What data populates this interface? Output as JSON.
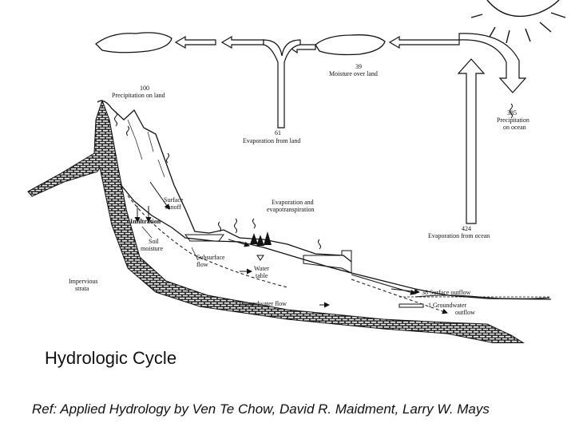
{
  "title": "Hydrologic Cycle",
  "reference": "Ref: Applied Hydrology by Ven Te Chow, David R. Maidment, Larry W. Mays",
  "labels": {
    "moisture_value": "39",
    "moisture_text": "Moisture over land",
    "precip_land_value": "100",
    "precip_land_text": "Precipitation on land",
    "precip_ocean_value": "385",
    "precip_ocean_text1": "Precipitation",
    "precip_ocean_text2": "on ocean",
    "evap_land_value": "61",
    "evap_land_text": "Evaporation from land",
    "evap_ocean_value": "424",
    "evap_ocean_text": "Evaporation from ocean",
    "evapotrans_line1": "Evaporation and",
    "evapotrans_line2": "evapotranspiration",
    "runoff_line1": "Surface",
    "runoff_line2": "runoff",
    "infiltration": "Infiltration",
    "soil_line1": "Soil",
    "soil_line2": "moisture",
    "subsurface_line1": "Subsurface",
    "subsurface_line2": "flow",
    "water_table_line1": "Water",
    "water_table_line2": "table",
    "impervious_line1": "Impervious",
    "impervious_line2": "strata",
    "groundwater_flow": "Groundwater flow",
    "surface_outflow": "38 Surface outflow",
    "gw_outflow_line1": "1 Groundwater",
    "gw_outflow_line2": "outflow"
  }
}
